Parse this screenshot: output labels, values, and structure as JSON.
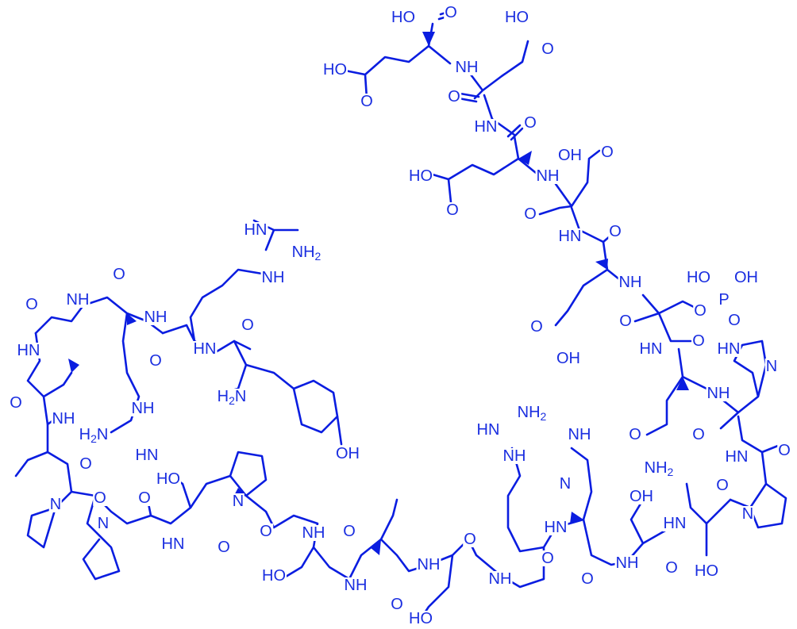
{
  "molecule": {
    "accent_color": "#1a2ee0",
    "atoms": {
      "oh": "OH",
      "ho": "HO",
      "o": "O",
      "nh": "NH",
      "hn": "HN",
      "n": "N",
      "p": "P",
      "h2n": "H2N",
      "nh2": "NH2",
      "hn_imine": "HN"
    }
  }
}
